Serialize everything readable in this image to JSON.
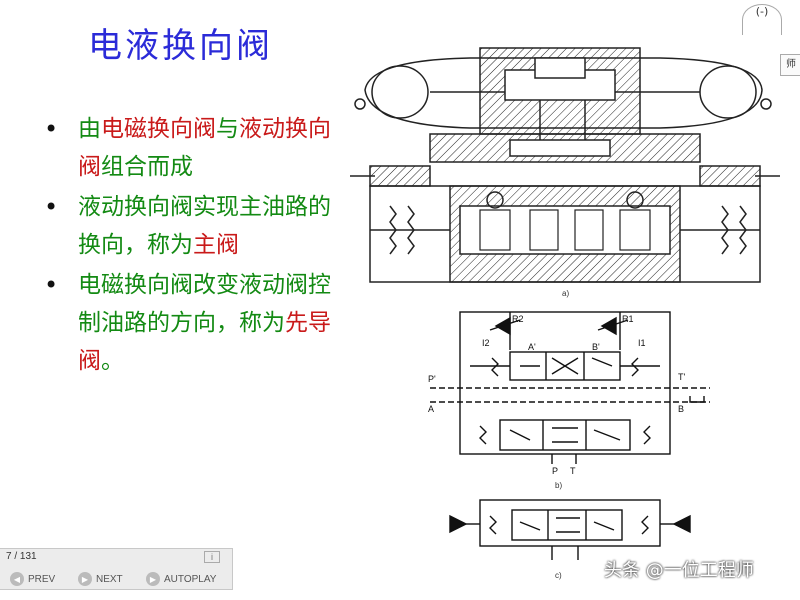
{
  "slide": {
    "title": "电液换向阀",
    "bullets": [
      {
        "parts": [
          {
            "t": "由",
            "c": "grn"
          },
          {
            "t": "电磁换向阀",
            "c": "red"
          },
          {
            "t": "与",
            "c": "grn"
          },
          {
            "t": "液动换向阀",
            "c": "red"
          },
          {
            "t": "组合而成",
            "c": "grn"
          }
        ]
      },
      {
        "parts": [
          {
            "t": "液动换向阀实现主油路的换向，称为",
            "c": "grn"
          },
          {
            "t": "主阀",
            "c": "red"
          }
        ]
      },
      {
        "parts": [
          {
            "t": "电磁换向阀改变液动阀控制油路的方向，称为",
            "c": "grn"
          },
          {
            "t": "先导阀",
            "c": "red"
          },
          {
            "t": "。",
            "c": "grn"
          }
        ]
      }
    ],
    "bullet_char": "•",
    "corner_mark": "(-)",
    "corner_tab": "师"
  },
  "diagram": {
    "caption_a": "a)",
    "caption_b": "b)",
    "caption_c": "c)",
    "labels": {
      "R2": "R2",
      "R1": "R1",
      "I2": "I2",
      "I1": "I1",
      "A_prime": "A'",
      "B_prime": "B'",
      "P_prime": "P'",
      "T_prime": "T'",
      "A": "A",
      "B": "B",
      "P": "P",
      "T": "T"
    }
  },
  "player": {
    "slide_count": "7 / 131",
    "prev_label": "PREV",
    "next_label": "NEXT",
    "autoplay_label": "AUTOPLAY"
  },
  "watermark": "头条 @一位工程师",
  "colors": {
    "title": "#2b2bd8",
    "green_text": "#138a13",
    "red_text": "#c91a1a"
  }
}
